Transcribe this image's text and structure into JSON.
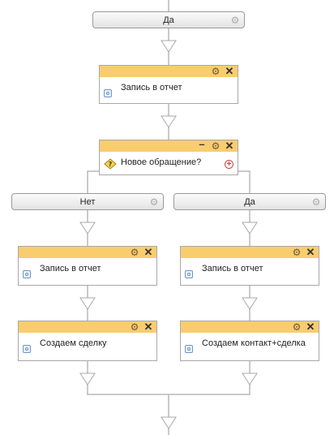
{
  "top_branch": {
    "label": "Да"
  },
  "record_block_top": {
    "title": "Запись в отчет"
  },
  "condition_block": {
    "title": "Новое обращение?"
  },
  "branch_no": {
    "label": "Нет"
  },
  "branch_yes": {
    "label": "Да"
  },
  "left_column": {
    "record_block": {
      "title": "Запись в отчет"
    },
    "deal_block": {
      "title": "Создаем сделку"
    }
  },
  "right_column": {
    "record_block": {
      "title": "Запись в отчет"
    },
    "deal_block": {
      "title": "Создаем контакт+сделка"
    }
  },
  "colors": {
    "block_header": "#f9cd6d",
    "connector": "#b8b8b8",
    "branch_bar": "#e8e8e8"
  },
  "icons": {
    "settings": "gear-icon",
    "close": "close-icon",
    "minimize": "minimize-icon",
    "action": "action-node-icon",
    "condition": "condition-question-icon",
    "add": "add-branch-icon"
  }
}
